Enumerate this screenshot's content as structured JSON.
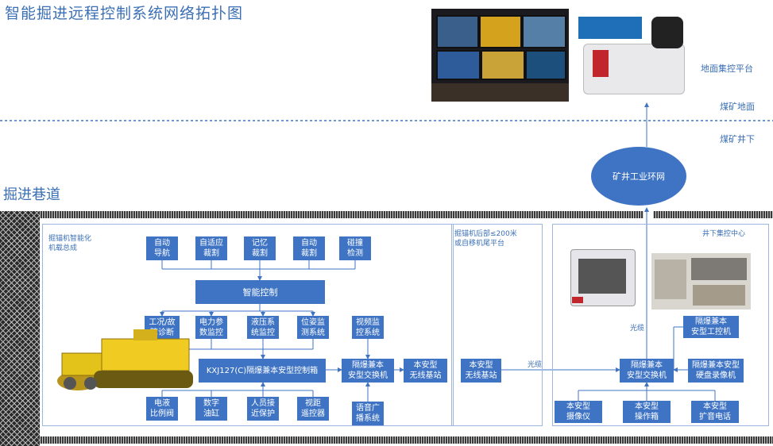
{
  "title": "智能掘进远程控制系统网络拓扑图",
  "roadway_title": "掘进巷道",
  "labels": {
    "ground_platform": "地面集控平台",
    "mine_surface": "煤矿地面",
    "mine_underground": "煤矿井下"
  },
  "ring_network": "矿井工业环网",
  "airborne_frame_title": "掘锚机智能化\n机载总成",
  "rear_platform_note": "掘锚机后部≤200米\n或自移机尾平台",
  "control_center_title": "井下集控中心",
  "top_boxes": [
    "自动\n导航",
    "自适应\n裁割",
    "记忆\n裁割",
    "自动\n裁割",
    "碰撞\n检测"
  ],
  "smart_control": "智能控制",
  "middle_boxes": [
    "工况/故\n障诊断",
    "电力参\n数监控",
    "液压系\n统监控",
    "位姿监\n测系统"
  ],
  "video_monitor": "视频监\n控系统",
  "control_box": "KXJ127(C)隔爆兼本安型控制箱",
  "switch_left": "隔爆兼本\n安型交换机",
  "wireless_station_1": "本安型\n无线基站",
  "wireless_station_2": "本安型\n无线基站",
  "bottom_boxes": [
    "电液\n比例阀",
    "数字\n油缸",
    "人员接\n近保护",
    "视距\n遥控器"
  ],
  "voice_broadcast": "语音广\n播系统",
  "fiber_label_1": "光缆",
  "fiber_label_2": "光缆",
  "switch_right": "隔爆兼本\n安型交换机",
  "industrial_pc": "隔爆兼本\n安型工控机",
  "disk_recorder": "隔爆兼本安型\n硬盘录像机",
  "center_bottom_boxes": [
    "本安型\n摄像仪",
    "本安型\n操作箱",
    "本安型\n扩音电话"
  ],
  "colors": {
    "accent": "#3f74c4",
    "title": "#3a6fb5",
    "frame": "#9db8e0"
  }
}
